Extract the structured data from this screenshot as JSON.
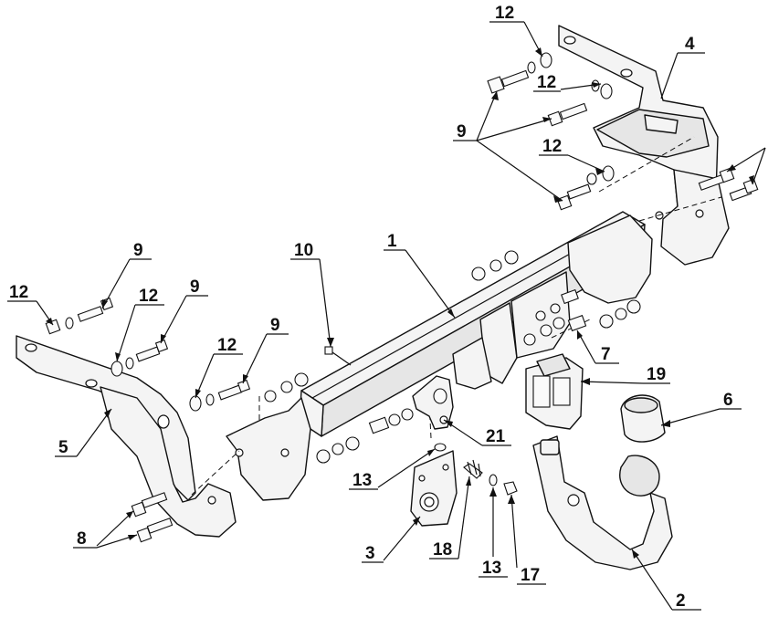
{
  "callouts": [
    {
      "id": "c12a",
      "label": "12"
    },
    {
      "id": "c4",
      "label": "4"
    },
    {
      "id": "c12b",
      "label": "12"
    },
    {
      "id": "c9a",
      "label": "9"
    },
    {
      "id": "c12c",
      "label": "12"
    },
    {
      "id": "c10",
      "label": "10"
    },
    {
      "id": "c1",
      "label": "1"
    },
    {
      "id": "c9b",
      "label": "9"
    },
    {
      "id": "c12d",
      "label": "12"
    },
    {
      "id": "c12e",
      "label": "12"
    },
    {
      "id": "c9c",
      "label": "9"
    },
    {
      "id": "c9d",
      "label": "9"
    },
    {
      "id": "c12f",
      "label": "12"
    },
    {
      "id": "c7",
      "label": "7"
    },
    {
      "id": "c19",
      "label": "19"
    },
    {
      "id": "c6",
      "label": "6"
    },
    {
      "id": "c5",
      "label": "5"
    },
    {
      "id": "c21",
      "label": "21"
    },
    {
      "id": "c13a",
      "label": "13"
    },
    {
      "id": "c8",
      "label": "8"
    },
    {
      "id": "c3",
      "label": "3"
    },
    {
      "id": "c18",
      "label": "18"
    },
    {
      "id": "c13b",
      "label": "13"
    },
    {
      "id": "c17",
      "label": "17"
    },
    {
      "id": "c2",
      "label": "2"
    }
  ]
}
